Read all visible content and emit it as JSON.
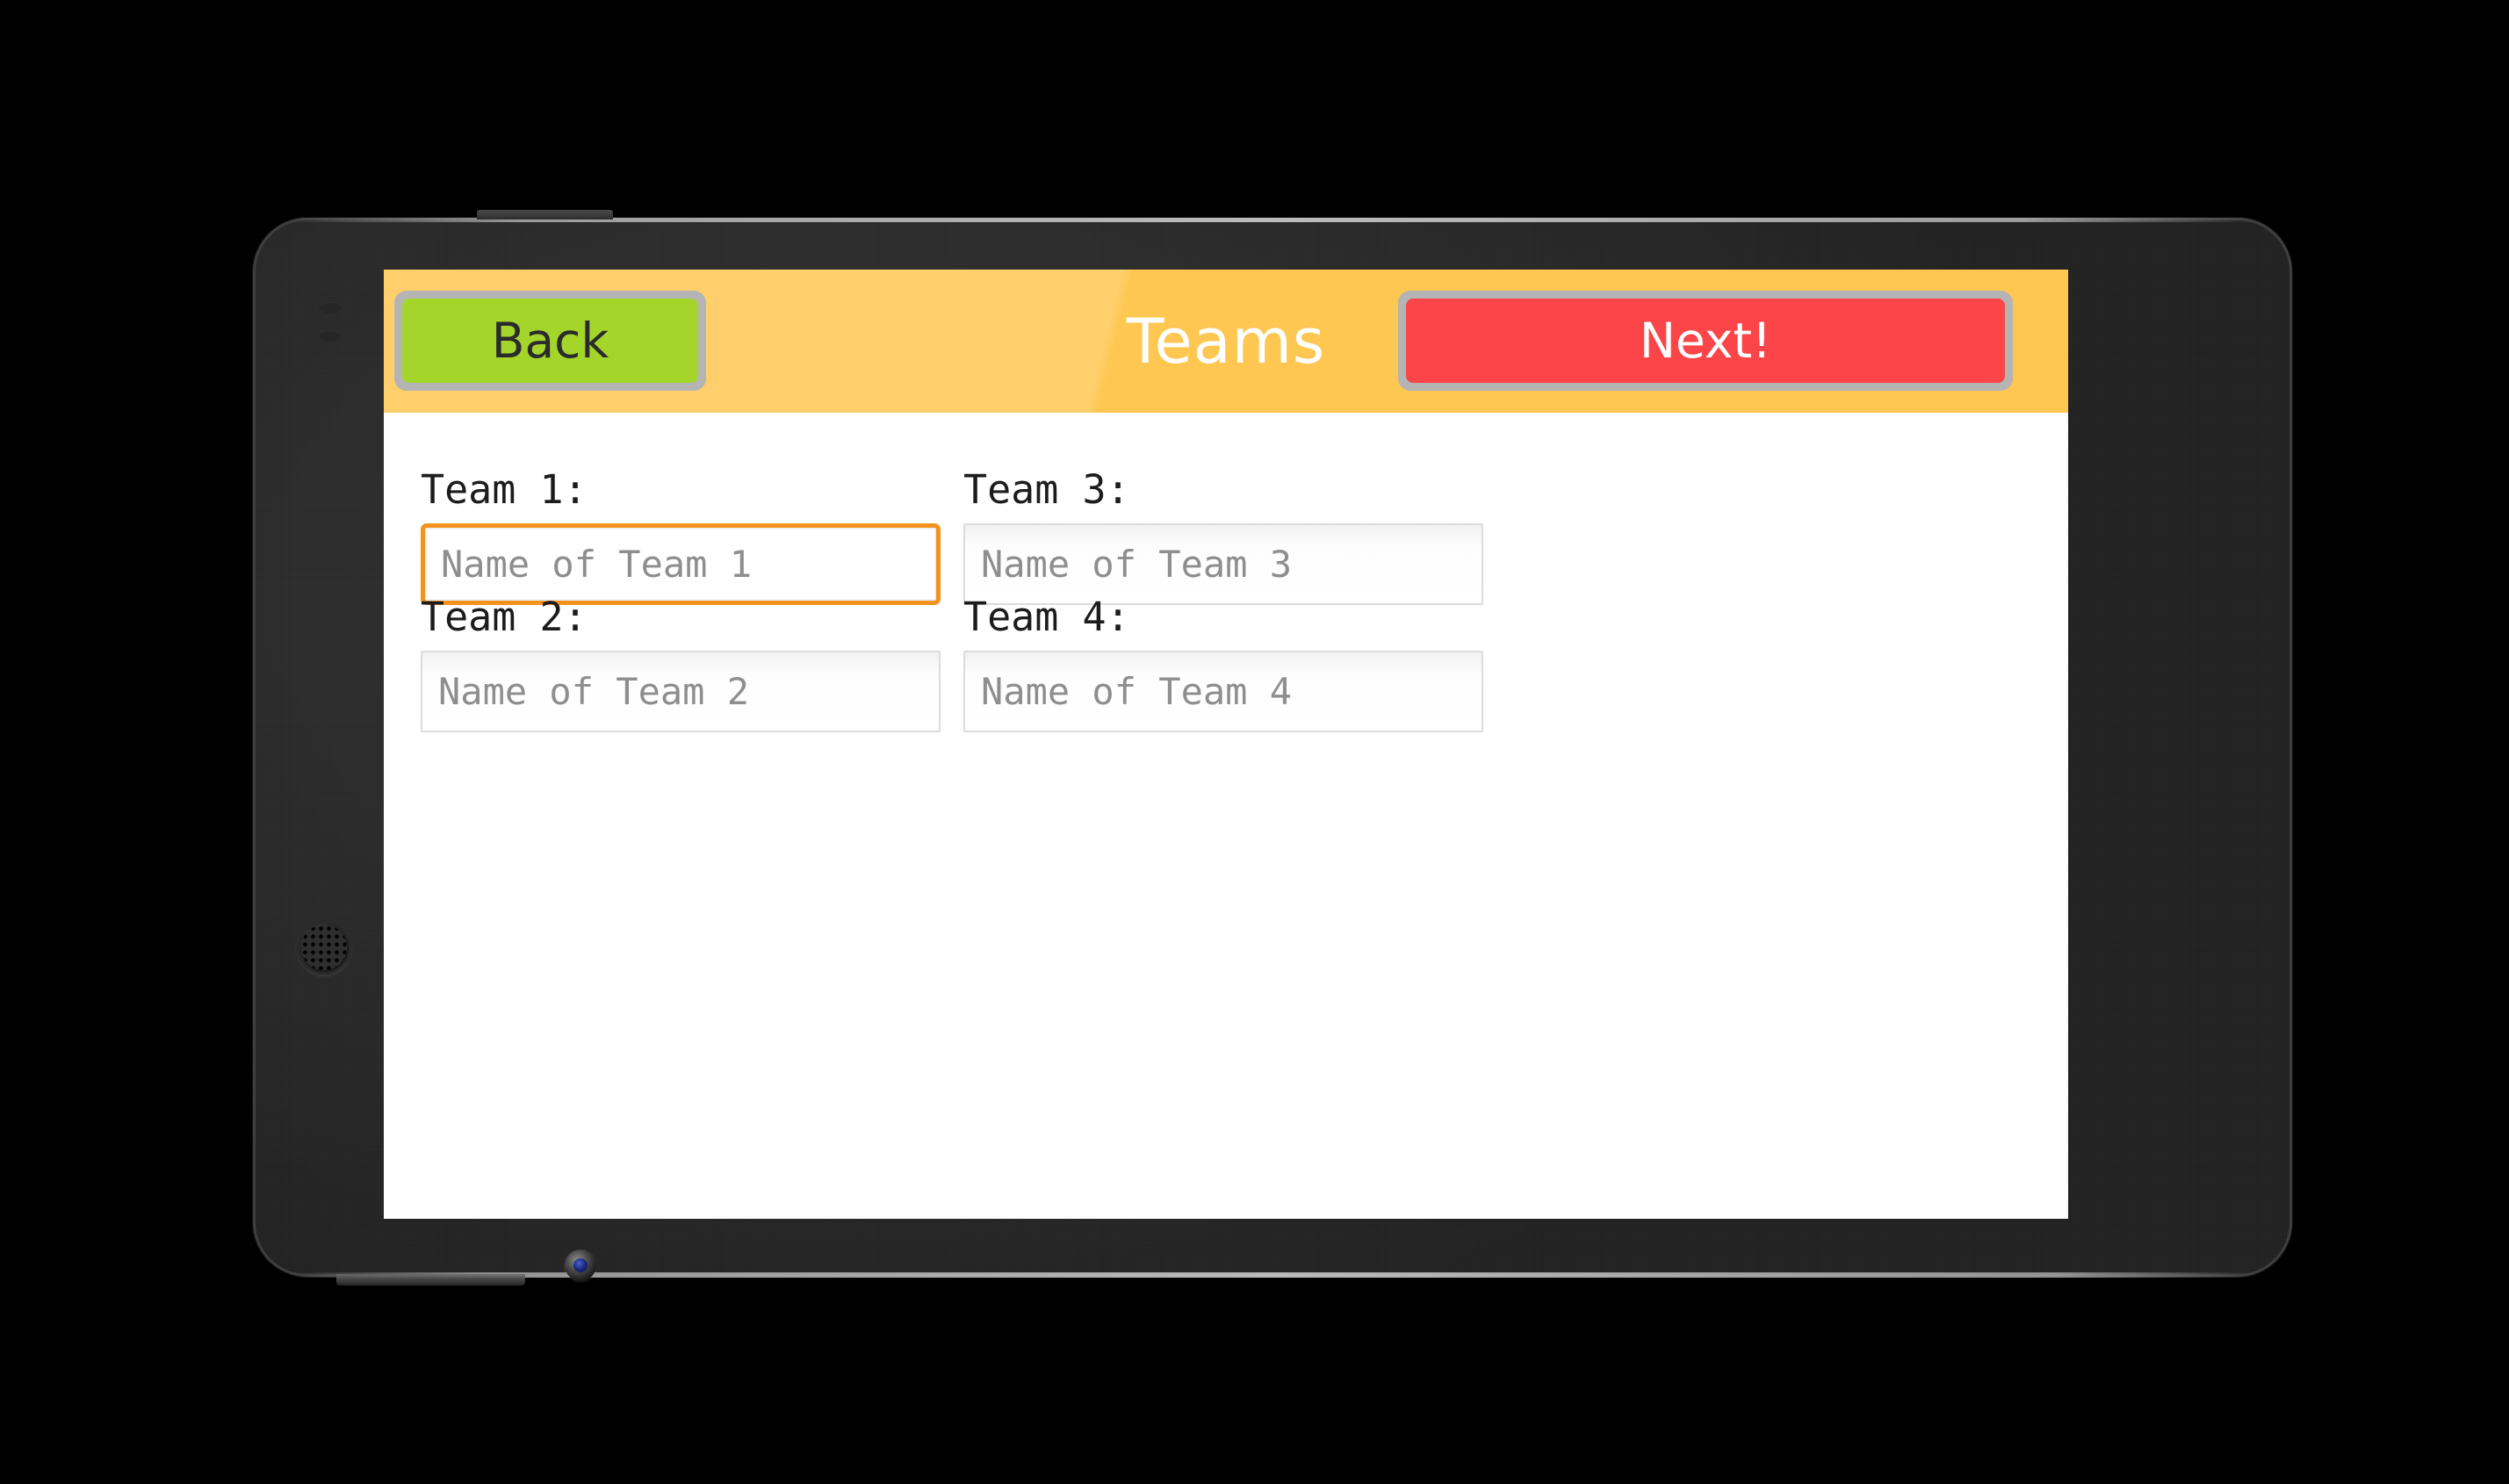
{
  "app": {
    "screen_title": "Teams"
  },
  "header": {
    "title": "Teams",
    "back_label": "Back",
    "next_label": "Next!",
    "bar_color": "#FEC751",
    "back_color": "#A4D52B",
    "next_color": "#FB4549",
    "button_frame_color": "#B4B4B4",
    "title_color": "#FFFFFF"
  },
  "form": {
    "fields": [
      {
        "label": "Team 1:",
        "placeholder": "Name of Team 1",
        "value": "",
        "focused": true
      },
      {
        "label": "Team 2:",
        "placeholder": "Name of Team 2",
        "value": "",
        "focused": false
      },
      {
        "label": "Team 3:",
        "placeholder": "Name of Team 3",
        "value": "",
        "focused": false
      },
      {
        "label": "Team 4:",
        "placeholder": "Name of Team 4",
        "value": "",
        "focused": false
      }
    ],
    "focus_border_color": "#F3931F",
    "idle_border_color": "#DCDCDC",
    "placeholder_color": "#8E8E8E",
    "label_color": "#1C1C1C"
  },
  "device": {
    "body_color": "#2C2C2C",
    "screen_background": "#FFFFFF",
    "icons": {
      "speaker": "speaker-grille-icon",
      "camera": "front-camera-icon",
      "sensor": "proximity-sensor-icon"
    }
  }
}
